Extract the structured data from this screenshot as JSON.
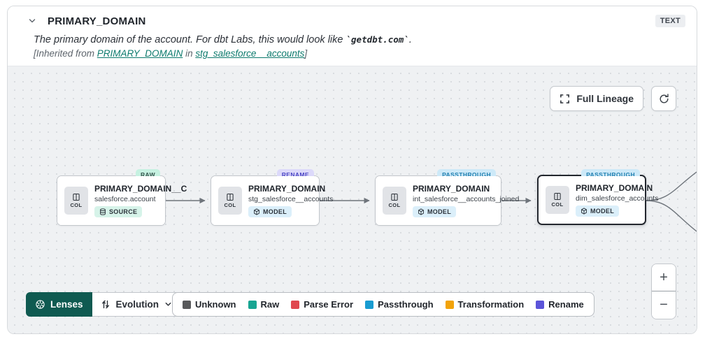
{
  "header": {
    "title": "PRIMARY_DOMAIN",
    "type_badge": "TEXT",
    "description_prefix": "The primary domain of the account. For dbt Labs, this would look like ",
    "description_code": "`getdbt.com`",
    "description_suffix": ".",
    "inherited_prefix": "[Inherited from ",
    "inherited_link_column": "PRIMARY_DOMAIN",
    "inherited_mid": " in ",
    "inherited_link_model": "stg_salesforce__accounts",
    "inherited_suffix": "]"
  },
  "toolbar": {
    "full_lineage_label": "Full Lineage"
  },
  "nodes": [
    {
      "badge": "RAW",
      "badge_type": "raw",
      "col_label": "COL",
      "title": "PRIMARY_DOMAIN__C",
      "subtitle": "salesforce.account",
      "kind": "SOURCE",
      "selected": false
    },
    {
      "badge": "RENAME",
      "badge_type": "rename",
      "col_label": "COL",
      "title": "PRIMARY_DOMAIN",
      "subtitle": "stg_salesforce__accounts",
      "kind": "MODEL",
      "selected": false
    },
    {
      "badge": "PASSTHROUGH",
      "badge_type": "passthrough",
      "col_label": "COL",
      "title": "PRIMARY_DOMAIN",
      "subtitle": "int_salesforce__accounts_joined",
      "kind": "MODEL",
      "selected": false
    },
    {
      "badge": "PASSTHROUGH",
      "badge_type": "passthrough",
      "col_label": "COL",
      "title": "PRIMARY_DOMAIN",
      "subtitle": "dim_salesforce_accounts",
      "kind": "MODEL",
      "selected": true
    }
  ],
  "lenses": {
    "label": "Lenses",
    "dropdown_label": "Evolution"
  },
  "legend": {
    "items": [
      {
        "label": "Unknown",
        "color": "#58595b"
      },
      {
        "label": "Raw",
        "color": "#18a592"
      },
      {
        "label": "Parse Error",
        "color": "#e0484f"
      },
      {
        "label": "Passthrough",
        "color": "#199cd1"
      },
      {
        "label": "Transformation",
        "color": "#f2a30a"
      },
      {
        "label": "Rename",
        "color": "#5b54d9"
      }
    ]
  },
  "zoom_controls": {
    "zoom_in": "+",
    "zoom_out": "−"
  }
}
